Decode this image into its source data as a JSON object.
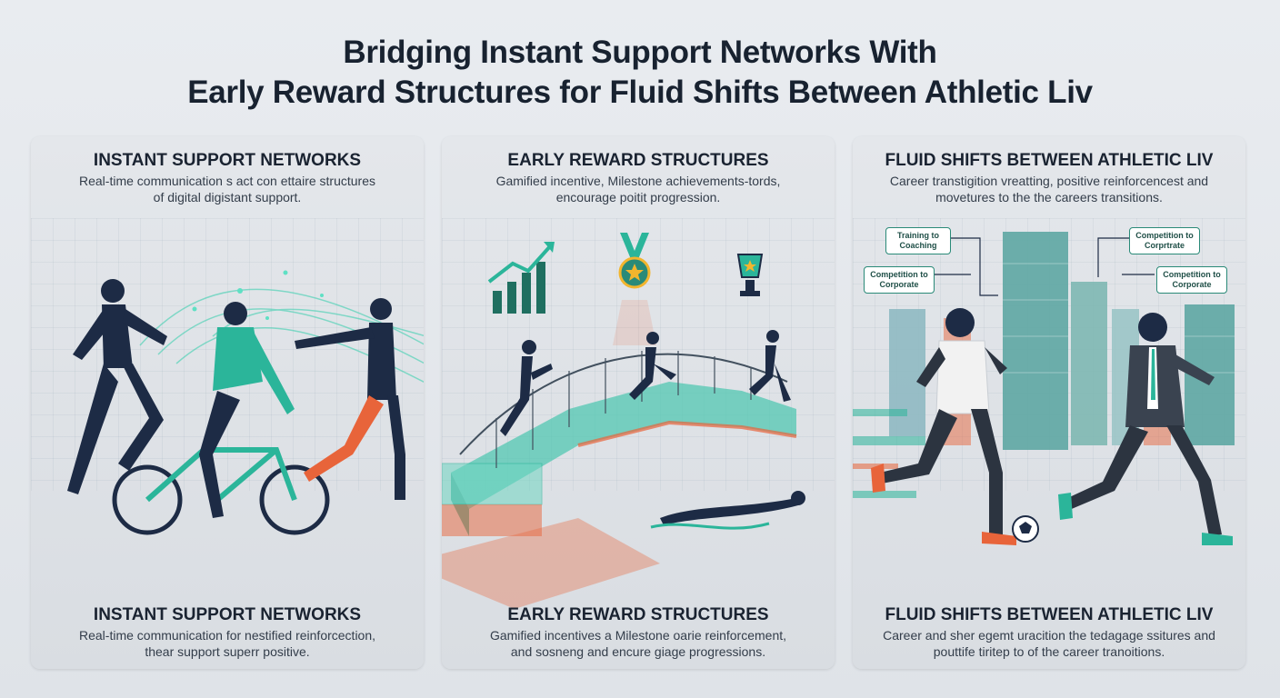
{
  "title": {
    "line1": "Bridging Instant Support Networks With",
    "line2": "Early Reward Structures for Fluid Shifts Between Athletic Liv"
  },
  "panels": [
    {
      "top_heading": "INSTANT SUPPORT NETWORKS",
      "top_text_1": "Real-time communication s act con ettaire structures",
      "top_text_2": "of digital digistant support.",
      "bottom_heading": "INSTANT SUPPORT NETWORKS",
      "bottom_text_1": "Real-time communication for nestified reinforcection,",
      "bottom_text_2": "thear support superr positive."
    },
    {
      "top_heading": "EARLY REWARD STRUCTURES",
      "top_text_1": "Gamified incentive, Milestone achievements-tords,",
      "top_text_2": "encourage poitit progression.",
      "bottom_heading": "EARLY REWARD STRUCTURES",
      "bottom_text_1": "Gamified incentives a Milestone oarie reinforcement,",
      "bottom_text_2": "and sosneng and encure giage progressions."
    },
    {
      "top_heading": "FLUID SHIFTS BETWEEN ATHLETIC LIV",
      "top_text_1": "Career transtigition vreatting, positive reinforcencest and",
      "top_text_2": "movetures to the the careers transitions.",
      "bottom_heading": "FLUID SHIFTS BETWEEN ATHLETIC LIV",
      "bottom_text_1": "Career and sher egemt uracition the tedagage ssitures and",
      "bottom_text_2": "pouttife tiritep to of the career tranoitions."
    }
  ],
  "tags": {
    "training": "Training to Coaching",
    "competition_left": "Competition to Corporate",
    "competition_right_top": "Competition to Corprtrate",
    "competition_right_bottom": "Competition to Corporate"
  },
  "colors": {
    "teal": "#2bb59a",
    "orange": "#e8643a",
    "navy": "#1d2b45"
  }
}
